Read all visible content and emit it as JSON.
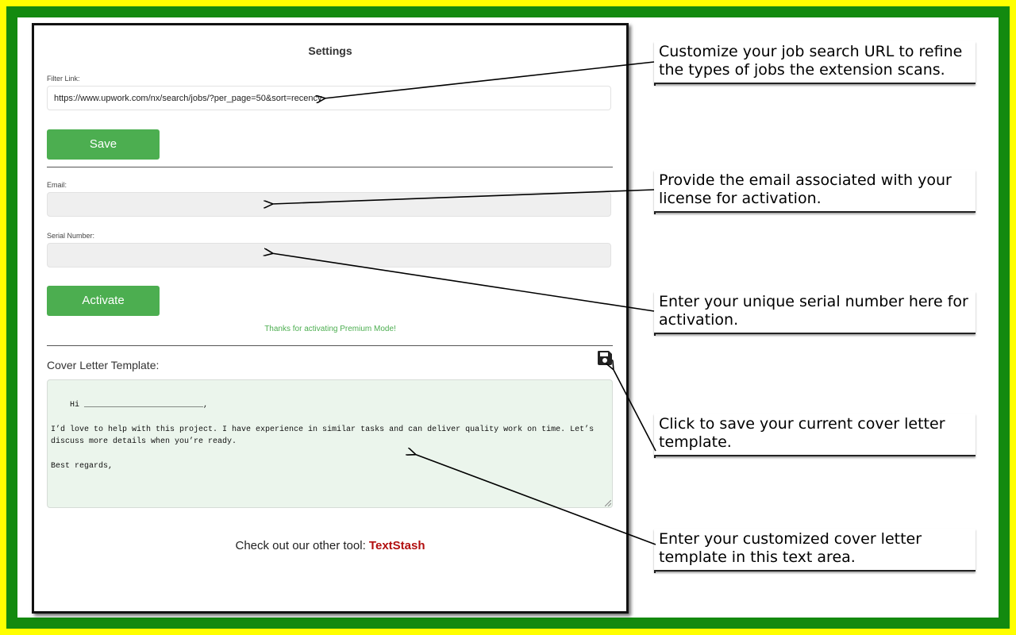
{
  "settings": {
    "title": "Settings",
    "filter_link_label": "Filter Link:",
    "filter_link_value": "https://www.upwork.com/nx/search/jobs/?per_page=50&sort=recency",
    "save_label": "Save",
    "email_label": "Email:",
    "email_value": "",
    "serial_label": "Serial Number:",
    "serial_value": "",
    "activate_label": "Activate",
    "success_message": "Thanks for activating Premium Mode!",
    "cover_letter_label": "Cover Letter Template:",
    "cover_letter_text": "Hi _________________________,\n\nI’d love to help with this project. I have experience in similar tasks and can deliver quality work on time. Let’s discuss more details when you’re ready.\n\nBest regards,",
    "footer_text": "Check out our other tool: ",
    "footer_link": "TextStash"
  },
  "annotations": [
    "Customize your job search URL to refine the types of jobs the extension scans.",
    "Provide the email associated with your license for activation.",
    "Enter your unique serial number here for activation.",
    "Click to save your current cover letter template.",
    "Enter your customized cover letter template in this text area."
  ],
  "colors": {
    "outer_border": "#ffff00",
    "inner_border": "#138a0f",
    "button": "#4cae50",
    "success_text": "#4cae50",
    "link": "#b20f0f",
    "textarea_bg": "#ebf5ec"
  },
  "icons": {
    "save": "floppy-disk-icon"
  }
}
